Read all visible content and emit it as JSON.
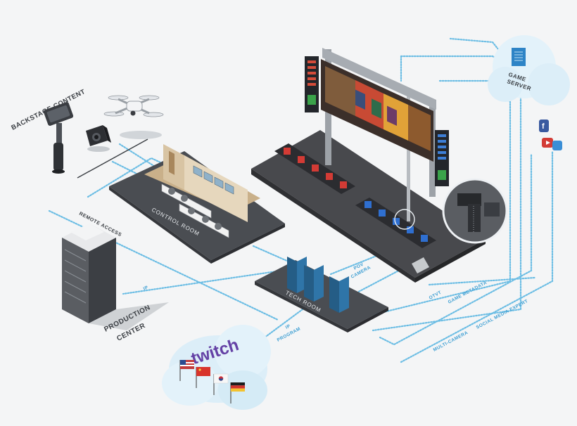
{
  "labels": {
    "backstage": "BACKSTAGE CONTENT",
    "control_room": "CONTROL ROOM",
    "tech_room": "TECH ROOM",
    "remote_access": "REMOTE ACCESS",
    "production_1": "PRODUCTION",
    "production_2": "CENTER",
    "game_server_1": "GAME",
    "game_server_2": "SERVER",
    "twitch_logo": "twitch"
  },
  "flows": {
    "ip_left": "IP",
    "ip_program_1": "IP",
    "ip_program_2": "PROGRAM",
    "pov_1": "POV",
    "pov_2": "CAMERA",
    "otvt": "OTVT",
    "game_metadata": "GAME METADATA",
    "multi_camera": "MULTI-CAMERA",
    "social_media": "SOCIAL MEDIA EXPERT"
  },
  "flags": [
    "usa-flag",
    "china-flag",
    "korea-flag",
    "germany-flag"
  ],
  "colors": {
    "flow": "#6bbde4",
    "floor": "#4a4d52",
    "twitch": "#6441a5",
    "red_team": "#d33b35",
    "blue_team": "#2f6fd0"
  }
}
